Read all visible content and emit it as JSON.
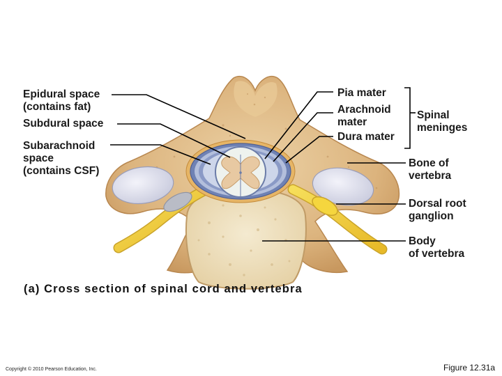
{
  "labels": {
    "epidural": [
      "Epidural space",
      "(contains fat)"
    ],
    "subdural": "Subdural space",
    "subarachnoid": [
      "Subarachnoid",
      "space",
      "(contains CSF)"
    ],
    "pia": "Pia mater",
    "arachnoid": [
      "Arachnoid",
      "mater"
    ],
    "dura": "Dura mater",
    "meninges": [
      "Spinal",
      "meninges"
    ],
    "bone": [
      "Bone of",
      "vertebra"
    ],
    "ganglion": [
      "Dorsal root",
      "ganglion"
    ],
    "body": [
      "Body",
      "of vertebra"
    ]
  },
  "caption": "(a)  Cross section of spinal cord and vertebra",
  "copyright": "Copyright © 2010 Pearson Education, Inc.",
  "figure_number": "Figure 12.31a",
  "colors": {
    "bone": "#e2c08f",
    "bone_shadow": "#c89a62",
    "body_fill": "#efe2c2",
    "cord": "#eef2ee",
    "gray_matter": "#e8c9a2",
    "dura": "#8ea0c4",
    "nerve": "#f2cf3a",
    "disc": "#d9dbe8"
  }
}
